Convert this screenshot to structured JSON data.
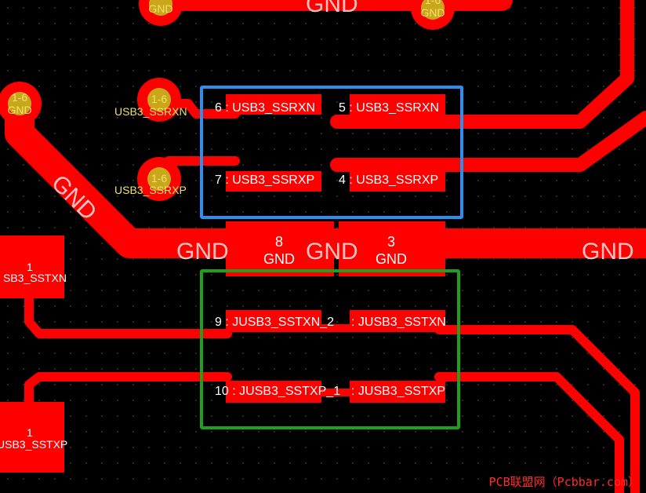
{
  "net_labels": {
    "gnd": "GND",
    "ssrxn": "USB3_SSRXN",
    "ssrxp": "USB3_SSRXP",
    "sstxn_partial": "SB3_SSTXN",
    "sstxp_partial": "USB3_SSTXP",
    "via_id": "1-6",
    "one": "1"
  },
  "pads": {
    "p6": "6 : USB3_SSRXN",
    "p5": "5 : USB3_SSRXN",
    "p7": "7 : USB3_SSRXP",
    "p4": "4 : USB3_SSRXP",
    "p8_num": "8",
    "p3_num": "3",
    "p9": "9 : JUSB3_SSTXN_2",
    "p9b": ": JUSB3_SSTXN",
    "p10": "10 : JUSB3_SSTXP_1",
    "p10b": ": JUSB3_SSTXP"
  },
  "watermark": "PCB联盟网（Pcbbar.com）",
  "colors": {
    "background": "#000000",
    "copper": "#ff0000",
    "via": "#ff0000",
    "via_text": "#f2e16b",
    "label": "#ffffff",
    "highlight_rx": "#2b8ff0",
    "highlight_tx": "#1da01d"
  }
}
